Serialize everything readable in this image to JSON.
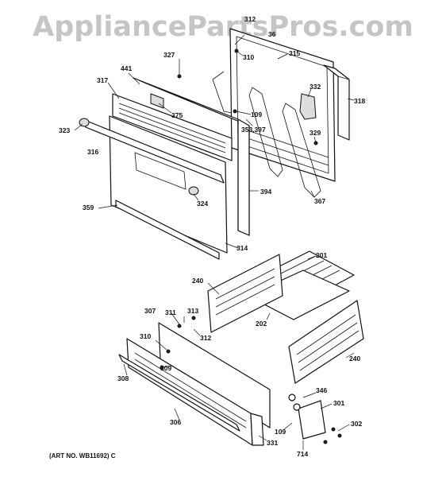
{
  "watermark": "AppliancePartsPros.com",
  "art_number": "(ART NO. WB11692) C",
  "callouts": [
    {
      "id": "c312a",
      "text": "312"
    },
    {
      "id": "c36",
      "text": "36"
    },
    {
      "id": "c310a",
      "text": "310"
    },
    {
      "id": "c315",
      "text": "315"
    },
    {
      "id": "c327",
      "text": "327"
    },
    {
      "id": "c441",
      "text": "441"
    },
    {
      "id": "c317",
      "text": "317"
    },
    {
      "id": "c332",
      "text": "332"
    },
    {
      "id": "c318",
      "text": "318"
    },
    {
      "id": "c375",
      "text": "375"
    },
    {
      "id": "c109a",
      "text": "109"
    },
    {
      "id": "c353",
      "text": "353,397"
    },
    {
      "id": "c323",
      "text": "323"
    },
    {
      "id": "c316",
      "text": "316"
    },
    {
      "id": "c329",
      "text": "329"
    },
    {
      "id": "c394",
      "text": "394"
    },
    {
      "id": "c324",
      "text": "324"
    },
    {
      "id": "c367",
      "text": "367"
    },
    {
      "id": "c359",
      "text": "359"
    },
    {
      "id": "c314",
      "text": "314"
    },
    {
      "id": "c201",
      "text": "201"
    },
    {
      "id": "c240a",
      "text": "240"
    },
    {
      "id": "c307",
      "text": "307"
    },
    {
      "id": "c311",
      "text": "311"
    },
    {
      "id": "c313",
      "text": "313"
    },
    {
      "id": "c202",
      "text": "202"
    },
    {
      "id": "c312b",
      "text": "312"
    },
    {
      "id": "c310b",
      "text": "310"
    },
    {
      "id": "c309",
      "text": "309"
    },
    {
      "id": "c240b",
      "text": "240"
    },
    {
      "id": "c308",
      "text": "308"
    },
    {
      "id": "c346",
      "text": "346"
    },
    {
      "id": "c301",
      "text": "301"
    },
    {
      "id": "c306",
      "text": "306"
    },
    {
      "id": "c302",
      "text": "302"
    },
    {
      "id": "c109b",
      "text": "109"
    },
    {
      "id": "c331",
      "text": "331"
    },
    {
      "id": "c714",
      "text": "714"
    }
  ]
}
